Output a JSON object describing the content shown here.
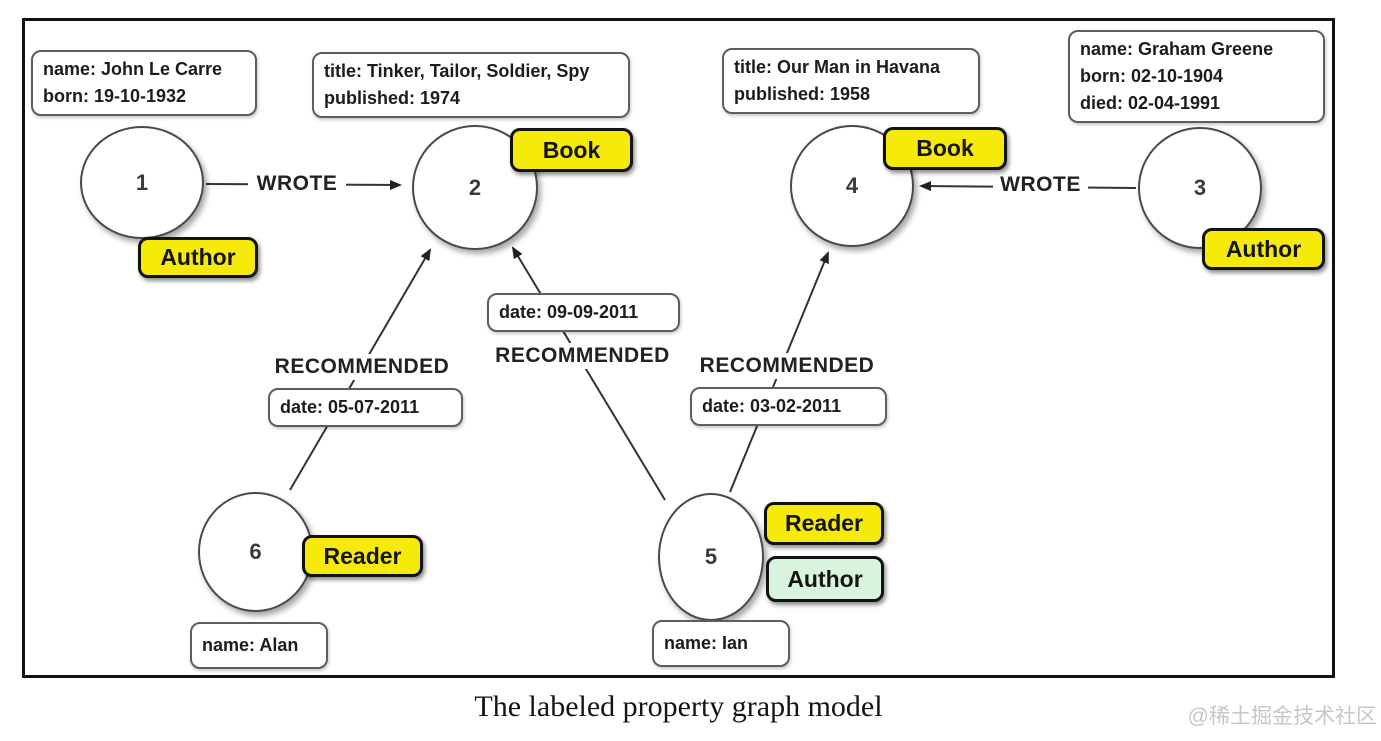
{
  "figure": {
    "caption": "The labeled property graph model",
    "watermark": "@稀土掘金技术社区"
  },
  "colors": {
    "label_yellow": "#f6ea0a",
    "label_green": "#d9f4dc",
    "edge": "#333333",
    "watermark_gray": "#c7c7c7"
  },
  "graph": {
    "nodes": [
      {
        "id": "1",
        "labels": [
          "Author"
        ],
        "properties": [
          "name: John Le Carre",
          "born: 19-10-1932"
        ]
      },
      {
        "id": "2",
        "labels": [
          "Book"
        ],
        "properties": [
          "title: Tinker, Tailor, Soldier, Spy",
          "published: 1974"
        ]
      },
      {
        "id": "3",
        "labels": [
          "Author"
        ],
        "properties": [
          "name: Graham Greene",
          "born: 02-10-1904",
          "died: 02-04-1991"
        ]
      },
      {
        "id": "4",
        "labels": [
          "Book"
        ],
        "properties": [
          "title: Our Man in Havana",
          "published: 1958"
        ]
      },
      {
        "id": "5",
        "labels": [
          "Reader",
          "Author"
        ],
        "properties": [
          "name: Ian"
        ]
      },
      {
        "id": "6",
        "labels": [
          "Reader"
        ],
        "properties": [
          "name: Alan"
        ]
      }
    ],
    "edges": [
      {
        "from": "1",
        "to": "2",
        "label": "WROTE",
        "properties": []
      },
      {
        "from": "3",
        "to": "4",
        "label": "WROTE",
        "properties": []
      },
      {
        "from": "6",
        "to": "2",
        "label": "RECOMMENDED",
        "properties": [
          "date: 05-07-2011"
        ]
      },
      {
        "from": "5",
        "to": "2",
        "label": "RECOMMENDED",
        "properties": [
          "date: 09-09-2011"
        ]
      },
      {
        "from": "5",
        "to": "4",
        "label": "RECOMMENDED",
        "properties": [
          "date: 03-02-2011"
        ]
      }
    ]
  }
}
